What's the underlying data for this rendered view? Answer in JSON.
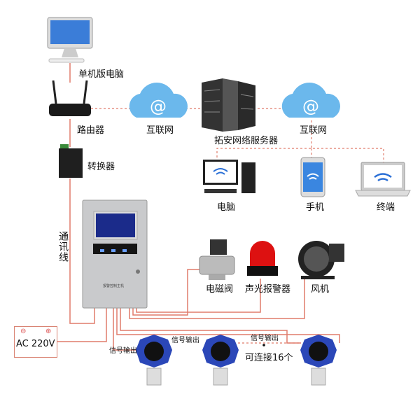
{
  "colors": {
    "line": "#e07c6c",
    "device_blue": "#2b47b8",
    "cloud": "#5aaee8"
  },
  "labels": {
    "standalone_pc": "单机版电脑",
    "router": "路由器",
    "internet_1": "互联网",
    "server": "拓安网络服务器",
    "internet_2": "互联网",
    "converter": "转换器",
    "pc": "电脑",
    "phone": "手机",
    "terminal": "终端",
    "comm_line": "通讯线",
    "valve": "电磁阀",
    "alarm": "声光报警器",
    "fan": "风机",
    "power": "AC 220V",
    "power_minus": "⊖",
    "power_plus": "⊕",
    "signal_out_1": "信号输出",
    "signal_out_2": "信号输出",
    "signal_out_3": "信号输出",
    "max_connect": "可连接16个",
    "controller_name": "报警控制主机"
  },
  "icons": [
    "desktop-computer-icon",
    "router-icon",
    "cloud-at-icon",
    "server-rack-icon",
    "converter-icon",
    "wifi-pc-icon",
    "wifi-phone-icon",
    "wifi-laptop-icon",
    "controller-icon",
    "solenoid-valve-icon",
    "strobe-alarm-icon",
    "fan-icon",
    "gas-detector-icon"
  ]
}
